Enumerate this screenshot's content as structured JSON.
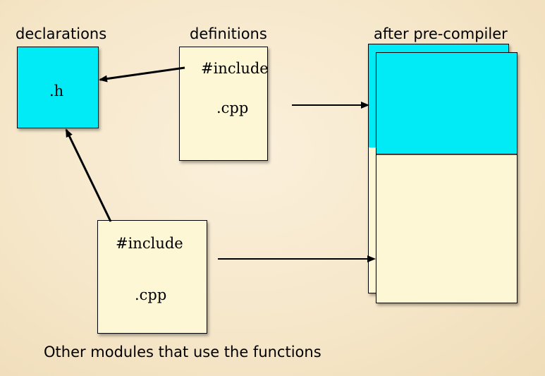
{
  "labels": {
    "declarations": "declarations",
    "definitions": "definitions",
    "after_precompiler": "after pre-compiler",
    "other_modules": "Other modules that use the functions"
  },
  "header_box": {
    "text": ".h"
  },
  "definitions_box": {
    "include": "#include",
    "file": ".cpp"
  },
  "module_box": {
    "include": "#include",
    "file": ".cpp"
  },
  "colors": {
    "header": "#00ebf5",
    "source": "#fdf7d6",
    "background": "#f5e6c8"
  }
}
